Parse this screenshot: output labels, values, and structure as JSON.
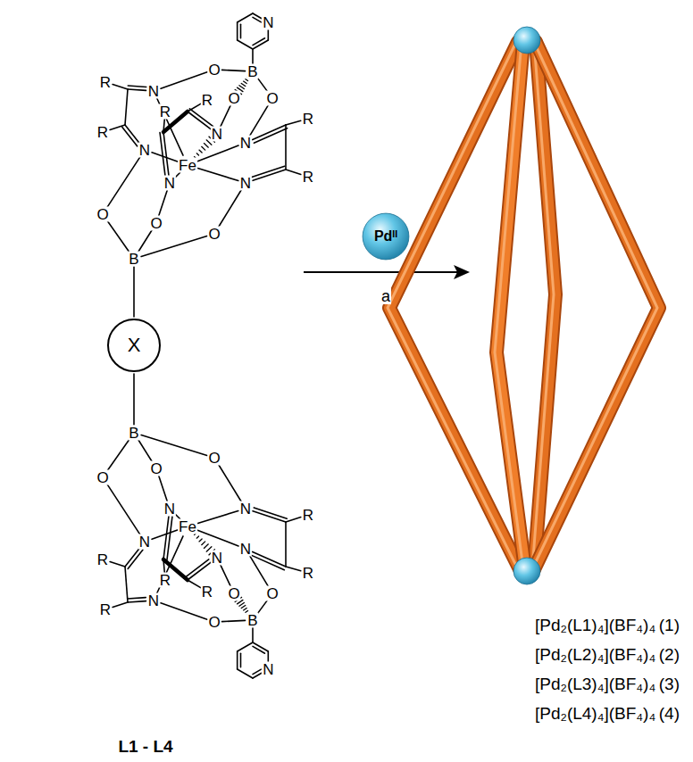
{
  "diagram": {
    "nodes": [
      {
        "text": [
          "X"
        ]
      },
      {
        "text": [
          "Pdᴵᴵ"
        ]
      }
    ],
    "labels": [
      "N",
      "B",
      "O",
      "O",
      "O",
      "R",
      "N",
      "R",
      "N",
      "R",
      "R",
      "Fe",
      "N",
      "R",
      "N",
      "N",
      "N",
      "R",
      "O",
      "O",
      "O",
      "B",
      "N",
      "B",
      "O",
      "O",
      "O",
      "R",
      "N",
      "R",
      "N",
      "R",
      "R",
      "Fe",
      "N",
      "R",
      "N",
      "N",
      "N",
      "R",
      "O",
      "O",
      "O",
      "B",
      "L1 - L4",
      "a",
      "[Pd₂(L1)₄](BF₄)₄",
      "(1)",
      "[Pd₂(L2)₄](BF₄)₄",
      "(2)",
      "[Pd₂(L3)₄](BF₄)₄",
      "(3)",
      "[Pd₂(L4)₄](BF₄)₄",
      "(4)"
    ]
  }
}
